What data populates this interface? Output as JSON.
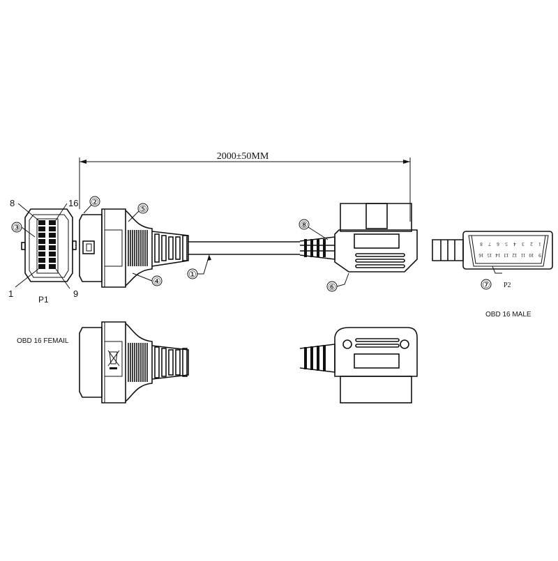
{
  "dimension": {
    "label": "2000±50MM"
  },
  "connectors": {
    "p1": {
      "label": "P1",
      "caption": "OBD 16 FEMAIL",
      "pins": {
        "tl": "8",
        "tr": "16",
        "bl": "1",
        "br": "9"
      }
    },
    "p2": {
      "label": "P2",
      "caption": "OBD 16 MALE",
      "top_row": [
        "8",
        "7",
        "6",
        "5",
        "4",
        "3",
        "2",
        "1"
      ],
      "bottom_row": [
        "16",
        "15",
        "14",
        "13",
        "12",
        "11",
        "10",
        "9"
      ]
    }
  },
  "callouts": [
    "①",
    "②",
    "③",
    "④",
    "⑤",
    "⑥",
    "⑦",
    "⑧"
  ]
}
